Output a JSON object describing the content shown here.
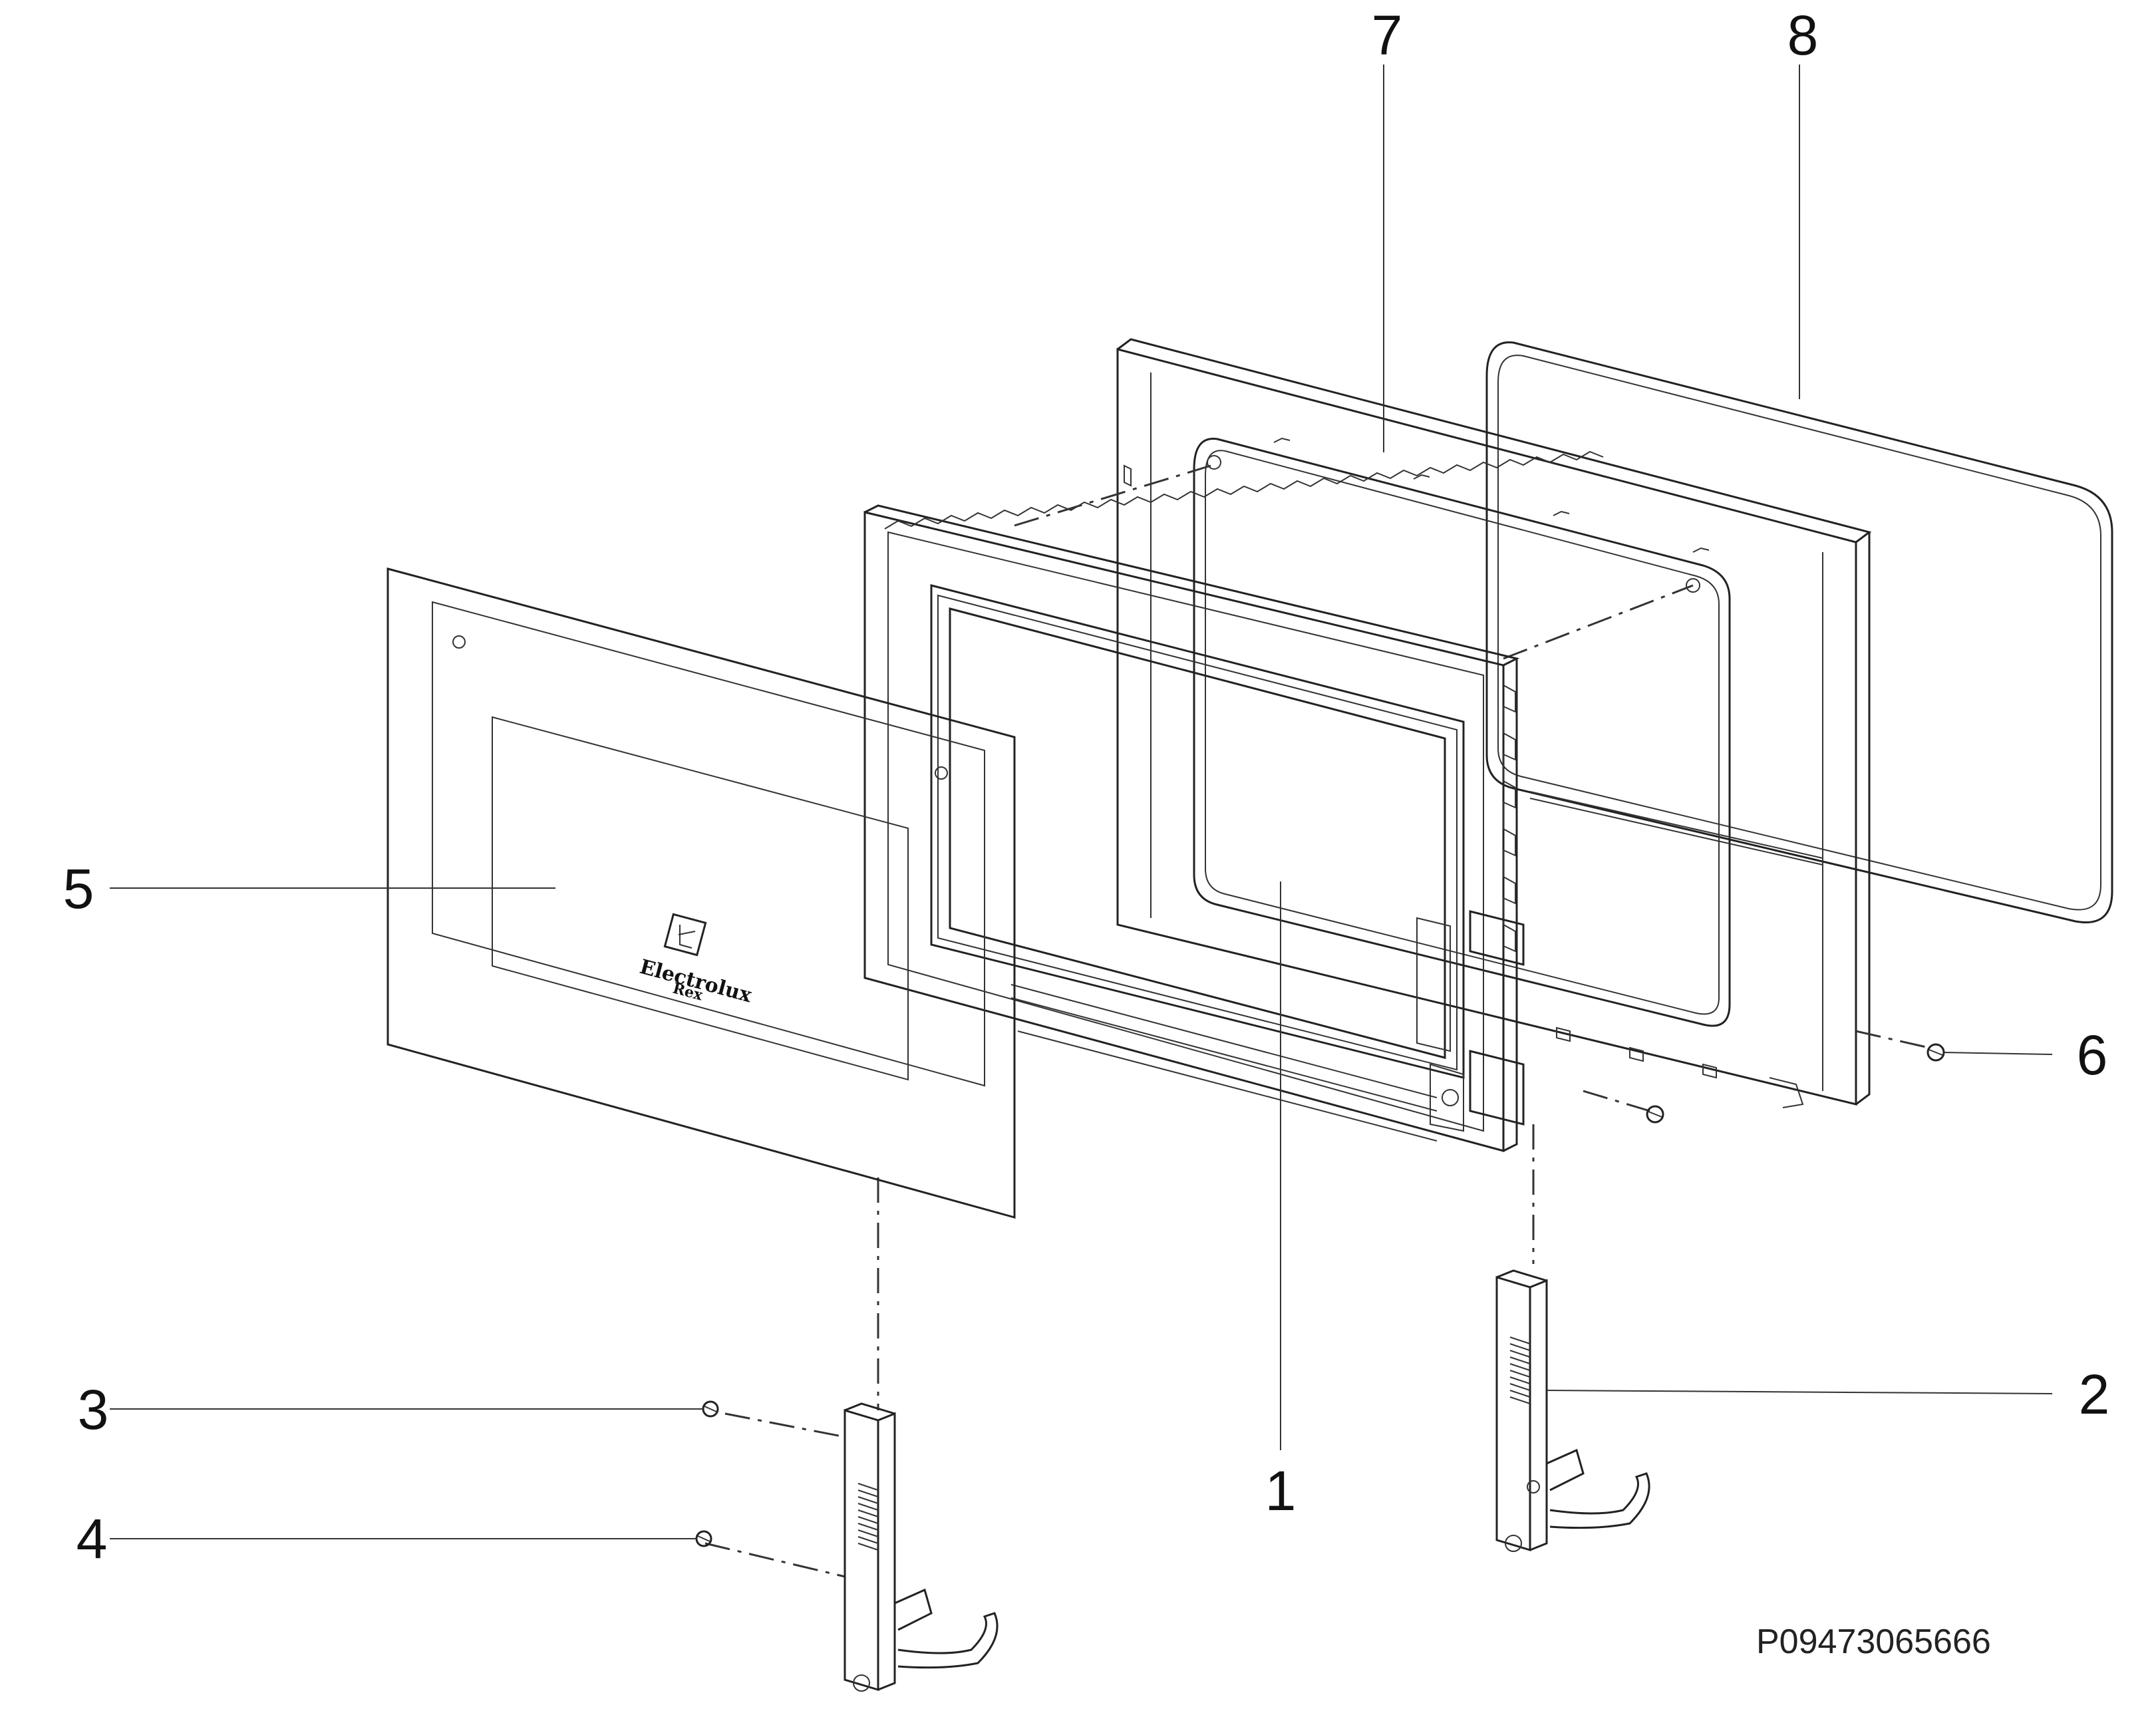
{
  "callouts": {
    "c1": "1",
    "c2": "2",
    "c3": "3",
    "c4": "4",
    "c5": "5",
    "c6": "6",
    "c7": "7",
    "c8": "8"
  },
  "brand": {
    "name": "Electrolux",
    "sub": "Rex"
  },
  "diagram_code": "P09473065666",
  "icons": {
    "brand_logo": "electrolux-logo-icon"
  }
}
